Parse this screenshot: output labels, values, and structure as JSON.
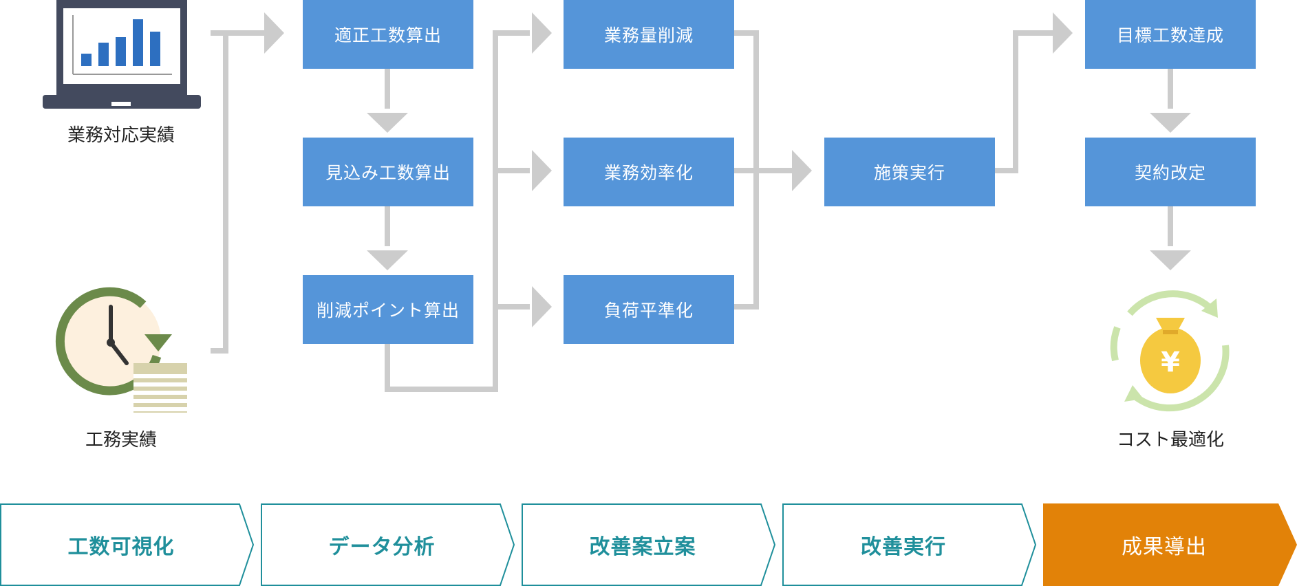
{
  "sources": [
    {
      "label": "業務対応実績",
      "icon": "laptop-bar-chart-icon"
    },
    {
      "label": "工務実績",
      "icon": "clock-documents-icon"
    }
  ],
  "analysis_steps": [
    "適正工数算出",
    "見込み工数算出",
    "削減ポイント算出"
  ],
  "measures": [
    "業務量削減",
    "業務効率化",
    "負荷平準化"
  ],
  "execution": "施策実行",
  "results": [
    "目標工数達成",
    "契約改定"
  ],
  "outcome": {
    "label": "コスト最適化",
    "icon": "money-bag-yen-cycle-icon",
    "symbol": "¥"
  },
  "phases": [
    "工数可視化",
    "データ分析",
    "改善案立案",
    "改善実行",
    "成果導出"
  ],
  "colors": {
    "box": "#5595d9",
    "connector": "#cccccc",
    "phase_border": "#1f8f9b",
    "phase_final": "#e28208"
  }
}
